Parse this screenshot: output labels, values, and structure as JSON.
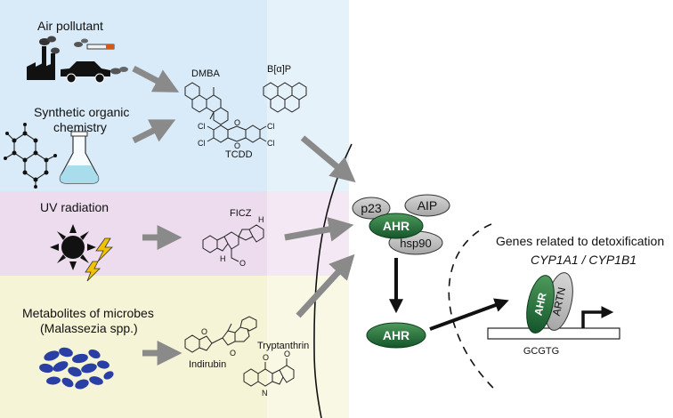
{
  "sources": [
    {
      "label": "Air pollutant",
      "icon": "factory-car-cigarette-icon",
      "band_color": "#d9ebf8"
    },
    {
      "label": "Synthetic organic chemistry",
      "line1": "Synthetic organic",
      "line2": "chemistry",
      "icon": "molecule-flask-icon",
      "band_color": "#d9ebf8"
    },
    {
      "label": "UV radiation",
      "icon": "sun-lightning-icon",
      "band_color": "#eddcee"
    },
    {
      "label": "Metabolites of microbes (Malassezia spp.)",
      "line1": "Metabolites of microbes",
      "line2": "(Malassezia spp.)",
      "icon": "yeast-cells-icon",
      "band_color": "#f6f4d6"
    }
  ],
  "ligands": {
    "dmba": "DMBA",
    "bap": "B[α]P",
    "tcdd": "TCDD",
    "ficz": "FICZ",
    "indirubin": "Indirubin",
    "tryptanthrin": "Tryptanthrin",
    "cl": "Cl",
    "o": "O",
    "h": "H",
    "n": "N"
  },
  "cytoplasm_complex": {
    "p23": "p23",
    "aip": "AIP",
    "ahr": "AHR",
    "hsp90": "hsp90"
  },
  "free_ahr": "AHR",
  "nucleus": {
    "genes_title": "Genes related to detoxification",
    "genes": "CYP1A1 / CYP1B1",
    "ahr": "AHR",
    "artn": "ARTN",
    "dna_motif": "GCGTG"
  },
  "colors": {
    "ahr_green": "#1f6b34",
    "gray_protein": "#b8b8b8",
    "arrow_gray": "#8a8a8a",
    "lightning": "#f2c200",
    "yeast_blue": "#2a3fa6",
    "flask_blue": "#a9dcec"
  }
}
